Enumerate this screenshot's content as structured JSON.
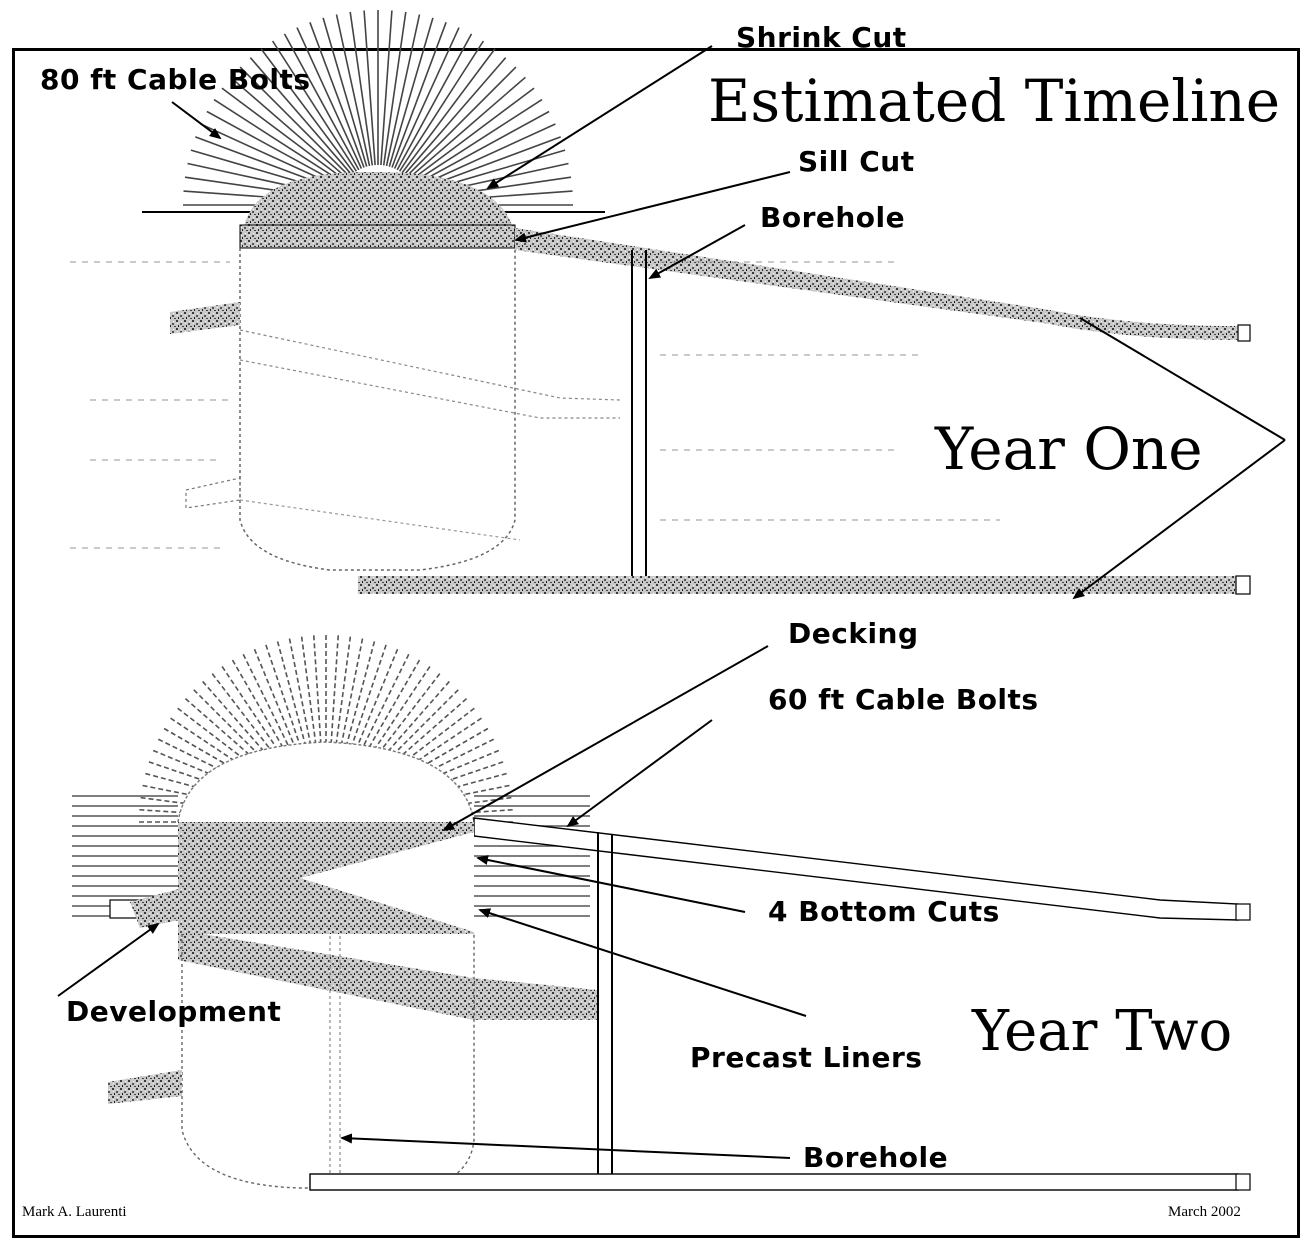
{
  "title": "Estimated Timeline",
  "panels": {
    "year_one": {
      "heading": "Year One",
      "labels": {
        "cable_bolts": "80 ft Cable Bolts",
        "shrink_cut": "Shrink Cut",
        "sill_cut": "Sill Cut",
        "borehole": "Borehole"
      }
    },
    "year_two": {
      "heading": "Year Two",
      "labels": {
        "decking": "Decking",
        "cable_bolts": "60 ft Cable Bolts",
        "bottom_cuts": "4 Bottom Cuts",
        "development": "Development",
        "precast_liners": "Precast Liners",
        "borehole": "Borehole"
      }
    }
  },
  "footer": {
    "author": "Mark A. Laurenti",
    "date": "March 2002"
  },
  "colors": {
    "ink": "#000000",
    "stipple": "#8a8a8a",
    "background": "#ffffff"
  }
}
